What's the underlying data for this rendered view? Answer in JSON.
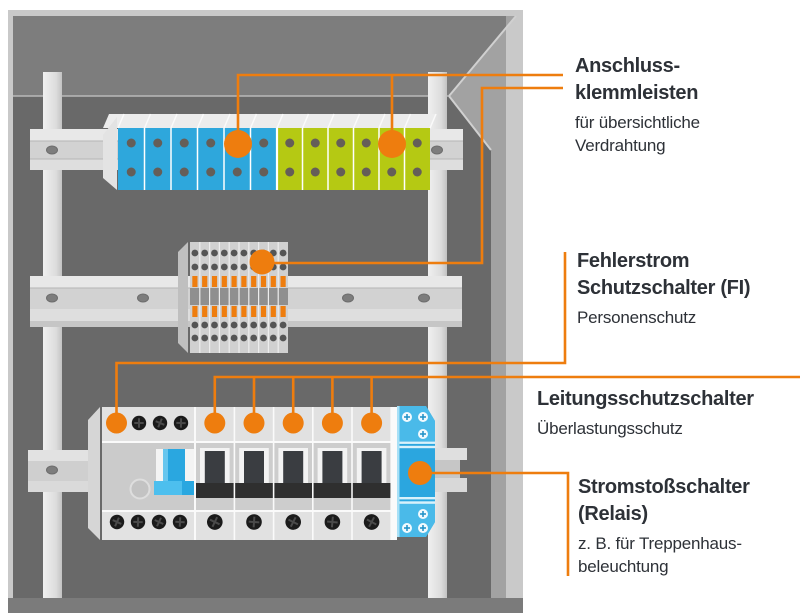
{
  "labels": {
    "anschlussklemmleisten": {
      "title": [
        "Anschluss-",
        "klemmleisten"
      ],
      "subtitle": [
        "für übersichtliche",
        "Verdrahtung"
      ]
    },
    "fehlerstrom": {
      "title": [
        "Fehlerstrom",
        "Schutzschalter (FI)"
      ],
      "subtitle": [
        "Personenschutz"
      ]
    },
    "leitungsschutzschalter": {
      "title": [
        "Leitungsschutzschalter"
      ],
      "subtitle": [
        "Überlastungsschutz"
      ]
    },
    "stromstossschalter": {
      "title": [
        "Stromstoßschalter",
        "(Relais)"
      ],
      "subtitle": [
        "z. B. für Treppenhaus-",
        "beleuchtung"
      ]
    }
  },
  "colors": {
    "accent_orange": "#ee7d0e",
    "terminal_blue": "#2ea7dc",
    "terminal_green": "#b5c913",
    "relay_blue": "#2ba6df",
    "cabinet_wall": "#696969",
    "text": "#2d3137"
  },
  "callouts": {
    "marker_color": "#ee7d0e",
    "marker_count": 10
  }
}
